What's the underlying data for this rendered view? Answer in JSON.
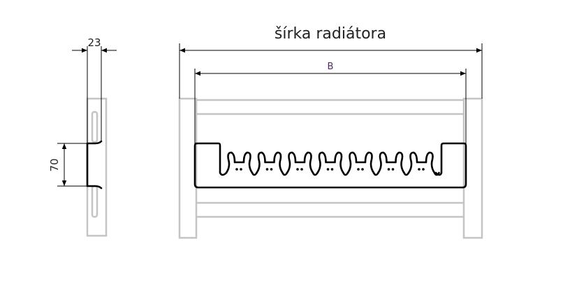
{
  "title": "šírka radiátora",
  "dimensions": {
    "depth": "23",
    "height": "70",
    "inner_width": "B"
  }
}
